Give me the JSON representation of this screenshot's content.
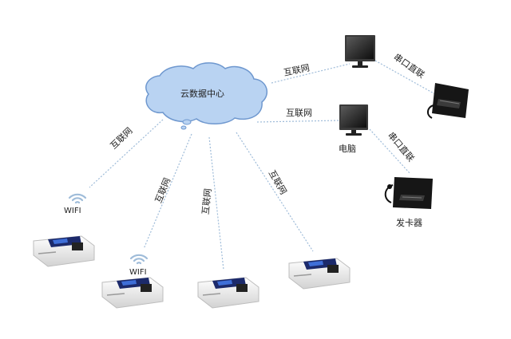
{
  "cloud": {
    "label": "云数据中心",
    "fill": "#b9d3f2",
    "stroke": "#6f98cf"
  },
  "links": {
    "internet": "互联网",
    "serial": "串口直联"
  },
  "devices": {
    "pc_label": "电脑",
    "card_issuer_label": "发卡器",
    "wifi_label": "WIFI"
  },
  "colors": {
    "line": "#9fbcd9",
    "text": "#222222",
    "screen": "#1f1f1f",
    "terminal": "#e9e9e9"
  },
  "icons": [
    "cloud-icon",
    "monitor-icon",
    "card-reader-icon",
    "terminal-icon",
    "wifi-icon"
  ]
}
